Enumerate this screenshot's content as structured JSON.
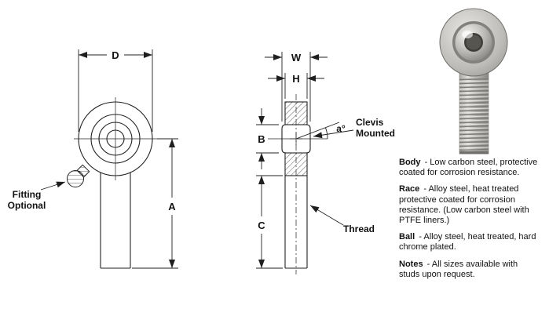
{
  "front_view": {
    "dim_d": "D",
    "dim_a": "A",
    "fitting_label_line1": "Fitting",
    "fitting_label_line2": "Optional"
  },
  "side_view": {
    "dim_w": "W",
    "dim_h": "H",
    "dim_b": "B",
    "dim_c": "C",
    "angle_label": "a°",
    "clevis_label_line1": "Clevis",
    "clevis_label_line2": "Mounted",
    "thread_label": "Thread"
  },
  "specs": [
    {
      "term": "Body",
      "desc": "- Low carbon steel, protective coated for corrosion resistance."
    },
    {
      "term": "Race",
      "desc": "- Alloy steel, heat treated protective coated for corrosion resistance. (Low carbon steel with PTFE liners.)"
    },
    {
      "term": "Ball",
      "desc": "- Alloy steel, heat treated, hard chrome plated."
    },
    {
      "term": "Notes",
      "desc": "- All sizes available with studs upon request."
    }
  ]
}
